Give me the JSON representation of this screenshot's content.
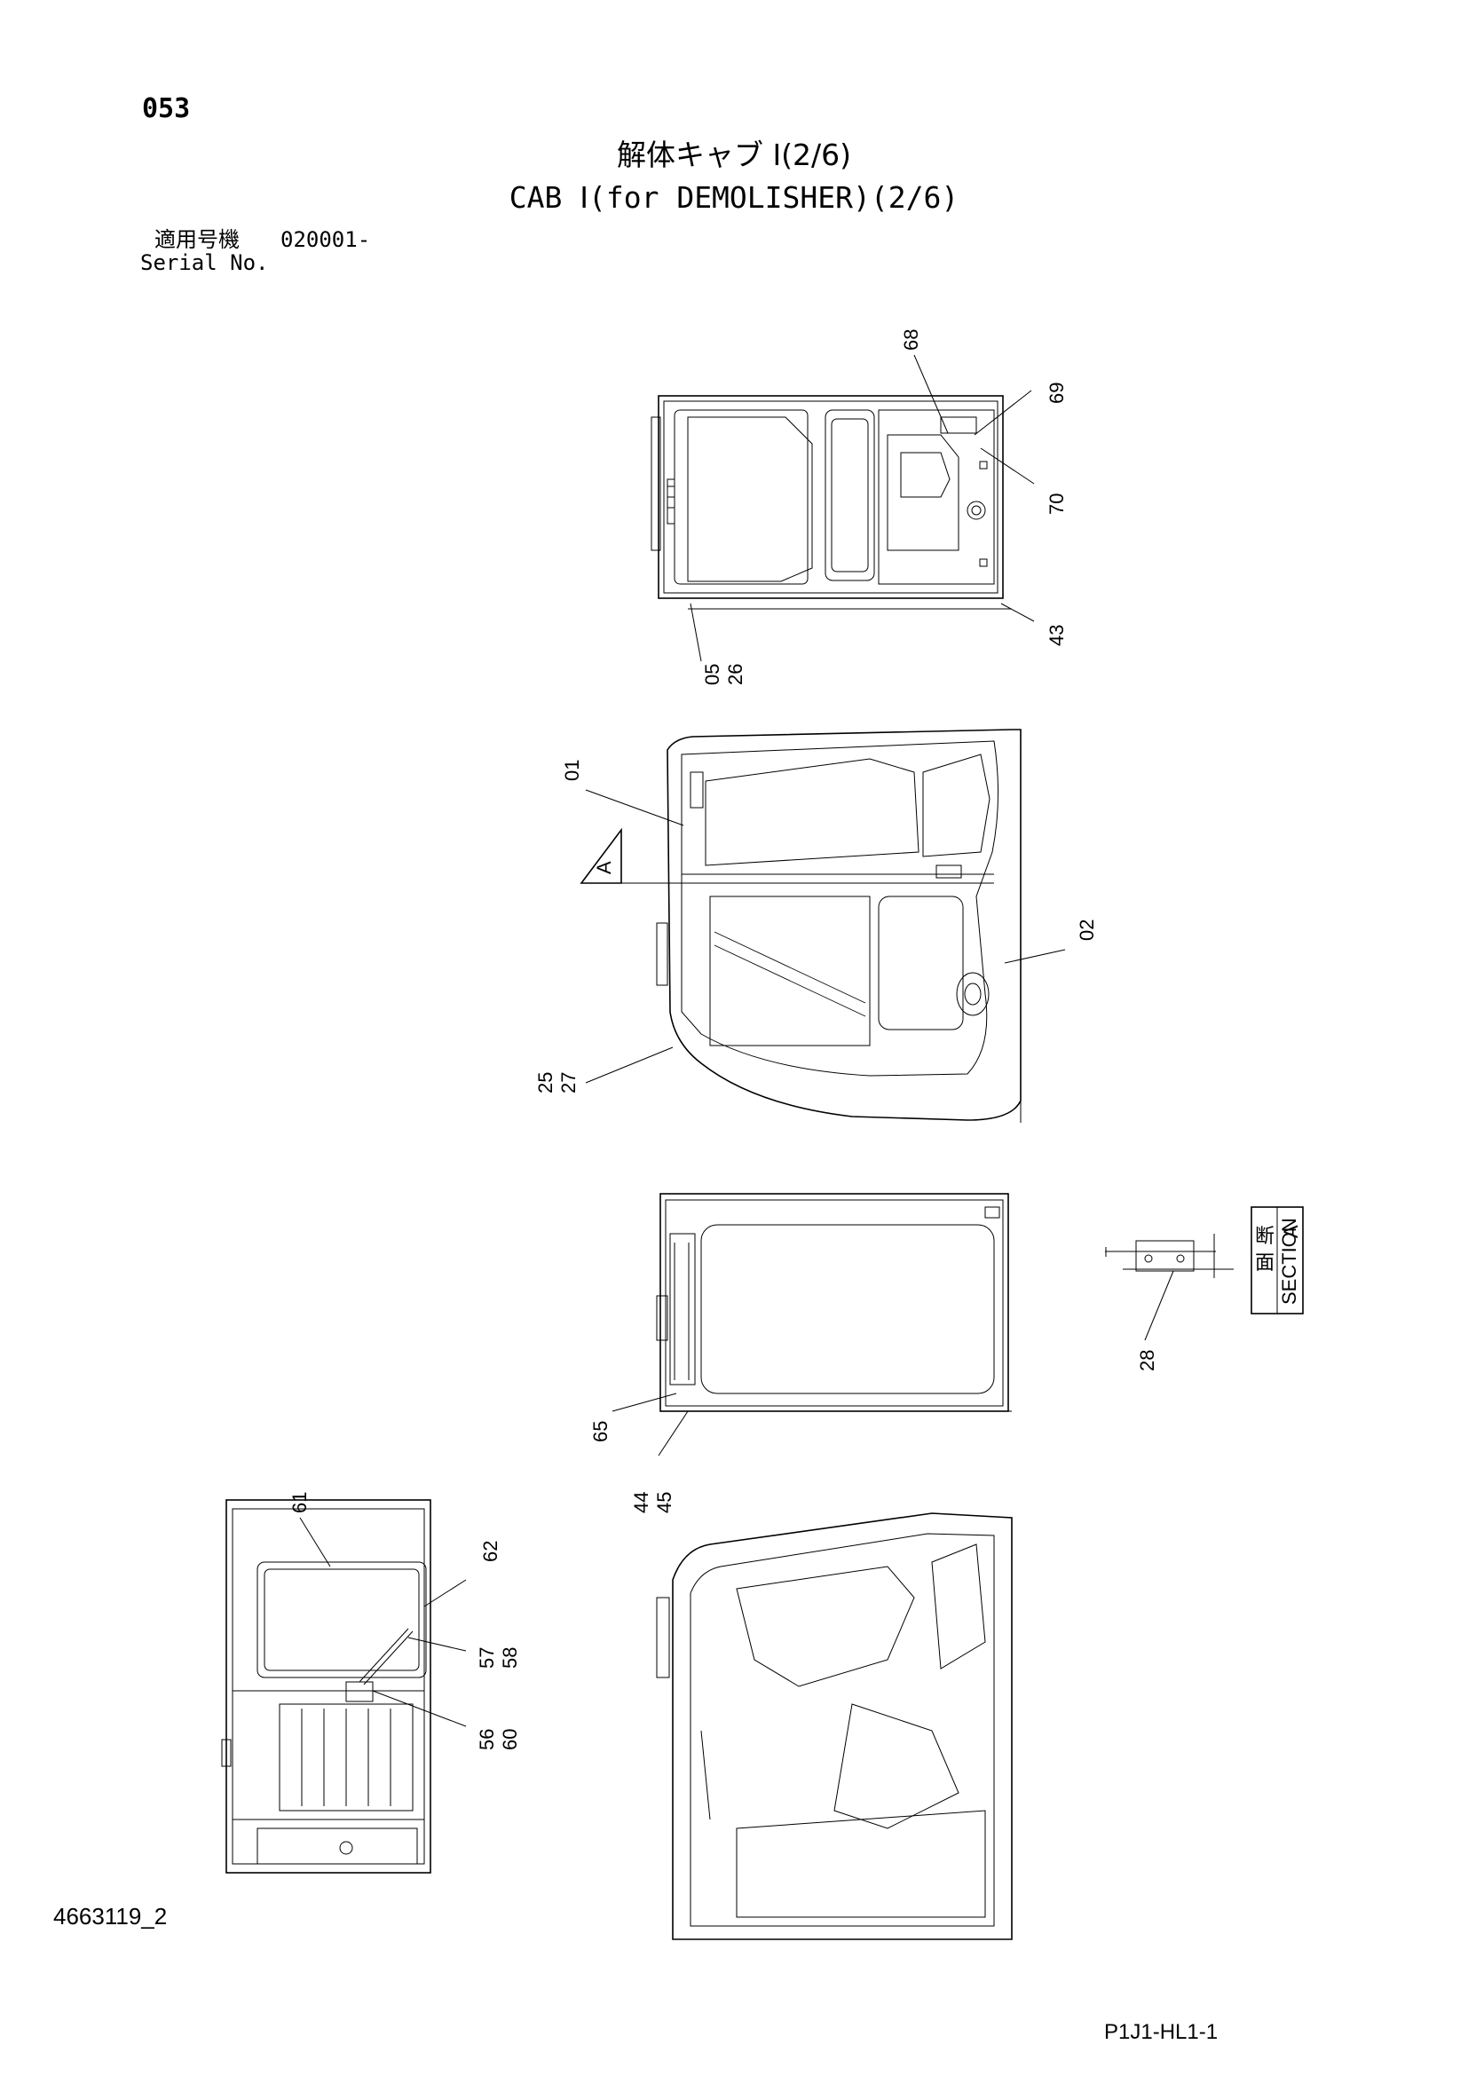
{
  "header": {
    "page_number": "053",
    "title_jp": "解体キャブ Ⅰ(2/6)",
    "title_en": "CAB Ⅰ(for DEMOLISHER)(2/6)",
    "serial_label_jp": "適用号機",
    "serial_value": "020001-",
    "serial_label_en": "Serial No."
  },
  "callouts": {
    "c68": "68",
    "c69": "69",
    "c70": "70",
    "c43": "43",
    "c05": "05",
    "c26": "26",
    "c01": "01",
    "c02": "02",
    "c25": "25",
    "c27": "27",
    "c65": "65",
    "c44": "44",
    "c45": "45",
    "c28": "28",
    "c61": "61",
    "c62": "62",
    "c57": "57",
    "c58": "58",
    "c56": "56",
    "c60": "60"
  },
  "section_marker": {
    "letter": "A"
  },
  "section_box": {
    "jp1": "断",
    "jp2": "面",
    "en": "SECTION",
    "letter": "A"
  },
  "footer": {
    "doc_id": "4663119_2",
    "sheet_code": "P1J1-HL1-1"
  }
}
